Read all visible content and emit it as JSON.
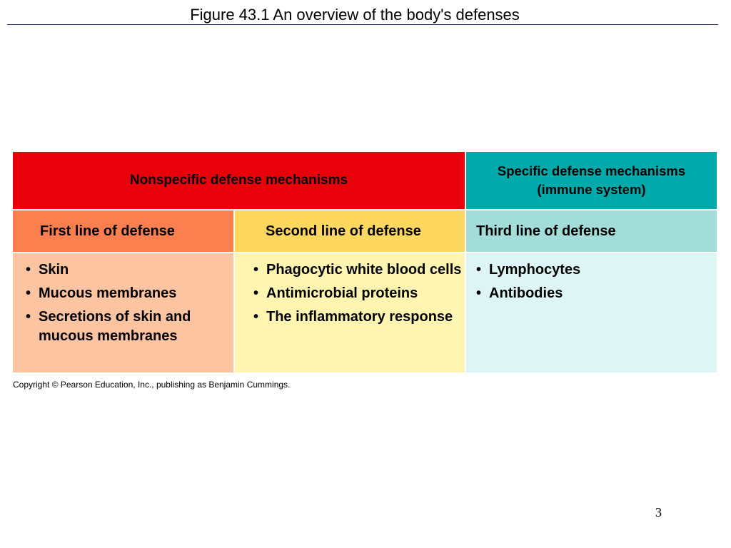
{
  "slide": {
    "title": "Figure 43.1  An overview of the body's defenses",
    "page_number": "3"
  },
  "figure": {
    "nonspecific_header": "Nonspecific defense mechanisms",
    "specific_header_line1": "Specific defense mechanisms",
    "specific_header_line2": "(immune system)",
    "columns": [
      {
        "heading": "First line of defense",
        "items": [
          "Skin",
          "Mucous membranes",
          "Secretions of skin and mucous membranes"
        ]
      },
      {
        "heading": "Second line of defense",
        "items": [
          "Phagocytic white blood cells",
          "Antimicrobial proteins",
          "The inflammatory response"
        ]
      },
      {
        "heading": "Third line of defense",
        "items": [
          "Lymphocytes",
          "Antibodies"
        ]
      }
    ],
    "copyright": "Copyright © Pearson Education, Inc., publishing as Benjamin Cummings."
  },
  "colors": {
    "nonspecific_header": "#e8000b",
    "specific_header": "#00aaab",
    "first_heading": "#fb7f4f",
    "first_body": "#fdc4a1",
    "second_heading": "#fed85e",
    "second_body": "#fff5b1",
    "third_heading": "#a3ddda",
    "third_body": "#ddf5f5"
  }
}
